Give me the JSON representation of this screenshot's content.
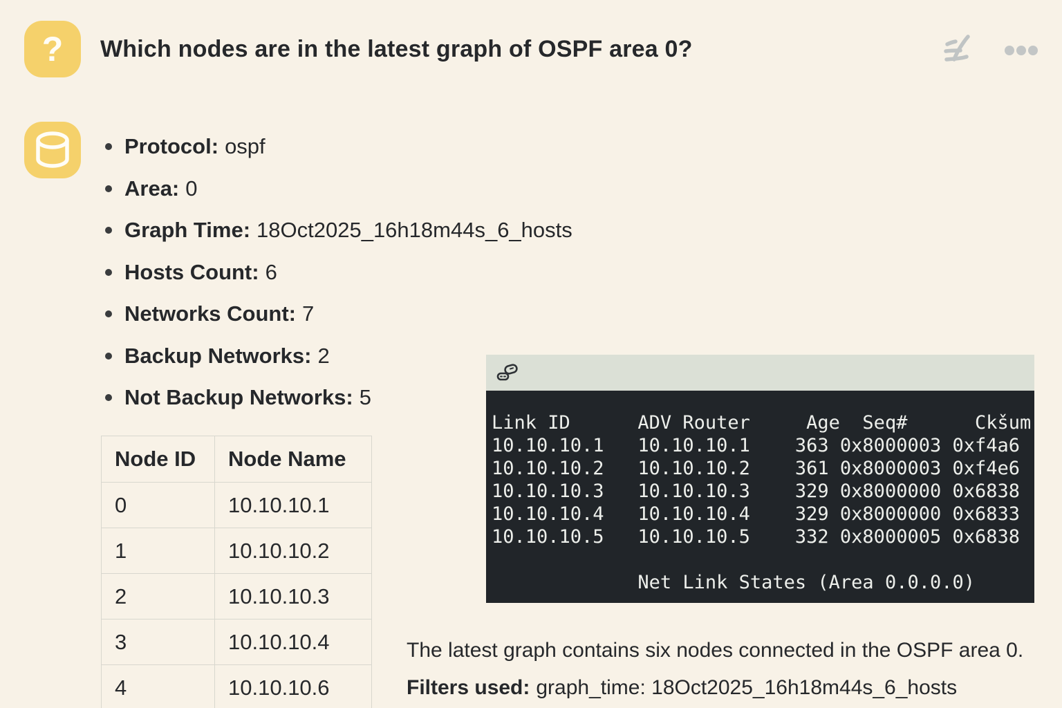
{
  "colors": {
    "background": "#f8f2e7",
    "accent_yellow": "#f5d16b",
    "text": "#26282b",
    "toolbar_icon_gray": "#c0c4c4",
    "table_border": "#d8d7ce",
    "terminal_header": "#dbe0d6",
    "terminal_background": "#212529",
    "terminal_text": "#edefeb"
  },
  "question": {
    "avatar_glyph": "?",
    "title": "Which nodes are in the latest graph of OSPF area 0?"
  },
  "toolbar": {
    "icons": [
      "pen-lines-icon",
      "ellipsis-icon"
    ]
  },
  "answer": {
    "avatar_icon": "database-icon",
    "bullets": [
      {
        "label": "Protocol:",
        "value": "ospf"
      },
      {
        "label": "Area:",
        "value": "0"
      },
      {
        "label": "Graph Time:",
        "value": "18Oct2025_16h18m44s_6_hosts"
      },
      {
        "label": "Hosts Count:",
        "value": "6"
      },
      {
        "label": "Networks Count:",
        "value": "7"
      },
      {
        "label": "Backup Networks:",
        "value": "2"
      },
      {
        "label": "Not Backup Networks:",
        "value": "5"
      }
    ],
    "node_table": {
      "headers": [
        "Node ID",
        "Node Name"
      ],
      "rows": [
        [
          "0",
          "10.10.10.1"
        ],
        [
          "1",
          "10.10.10.2"
        ],
        [
          "2",
          "10.10.10.3"
        ],
        [
          "3",
          "10.10.10.4"
        ],
        [
          "4",
          "10.10.10.6"
        ]
      ]
    },
    "terminal": {
      "window_icon": "link-icon",
      "lines": [
        "Link ID      ADV Router     Age  Seq#      Ckšum",
        "10.10.10.1   10.10.10.1    363 0x8000003 0xf4a6",
        "10.10.10.2   10.10.10.2    361 0x8000003 0xf4e6",
        "10.10.10.3   10.10.10.3    329 0x8000000 0x6838",
        "10.10.10.4   10.10.10.4    329 0x8000000 0x6833",
        "10.10.10.5   10.10.10.5    332 0x8000005 0x6838",
        "",
        "             Net Link States (Area 0.0.0.0)"
      ]
    },
    "summary": "The latest graph contains six nodes connected in the OSPF area 0.",
    "filters_label": "Filters used:",
    "filters_value": "graph_time: 18Oct2025_16h18m44s_6_hosts"
  }
}
